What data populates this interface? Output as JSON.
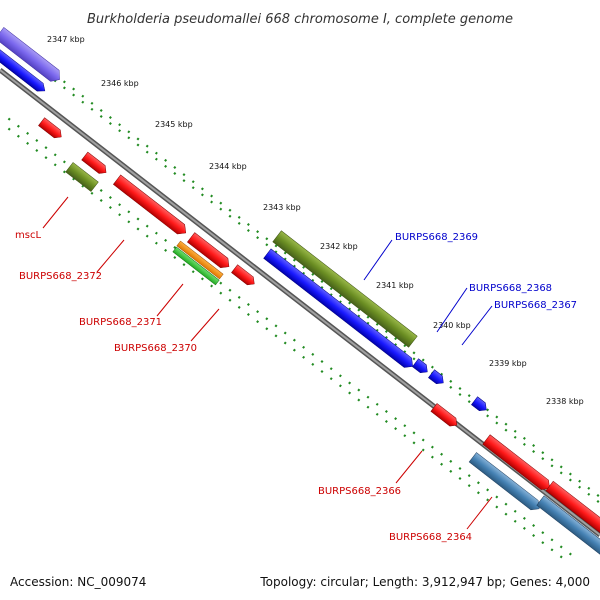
{
  "title": "Burkholderia pseudomallei 668 chromosome I, complete genome",
  "footer": {
    "accession": "Accession: NC_009074",
    "topology": "Topology: circular; Length: 3,912,947 bp; Genes: 4,000"
  },
  "scale_labels": [
    "2347 kbp",
    "2346 kbp",
    "2345 kbp",
    "2344 kbp",
    "2343 kbp",
    "2342 kbp",
    "2341 kbp",
    "2340 kbp",
    "2339 kbp",
    "2338 kbp"
  ],
  "gene_labels": {
    "mscL": "mscL",
    "burps_2372": "BURPS668_2372",
    "burps_2371": "BURPS668_2371",
    "burps_2370": "BURPS668_2370",
    "burps_2369": "BURPS668_2369",
    "burps_2368": "BURPS668_2368",
    "burps_2367": "BURPS668_2367",
    "burps_2366": "BURPS668_2366",
    "burps_2364": "BURPS668_2364"
  },
  "colors": {
    "red": "#ff1a1a",
    "blue": "#1a1aff",
    "olive": "#6b8e23",
    "steel": "#4682b4",
    "lavender": "#7b68ee",
    "backbone": "#888888",
    "dots": "#228b22",
    "label_red": "#cc0000",
    "label_blue": "#0000cc"
  }
}
